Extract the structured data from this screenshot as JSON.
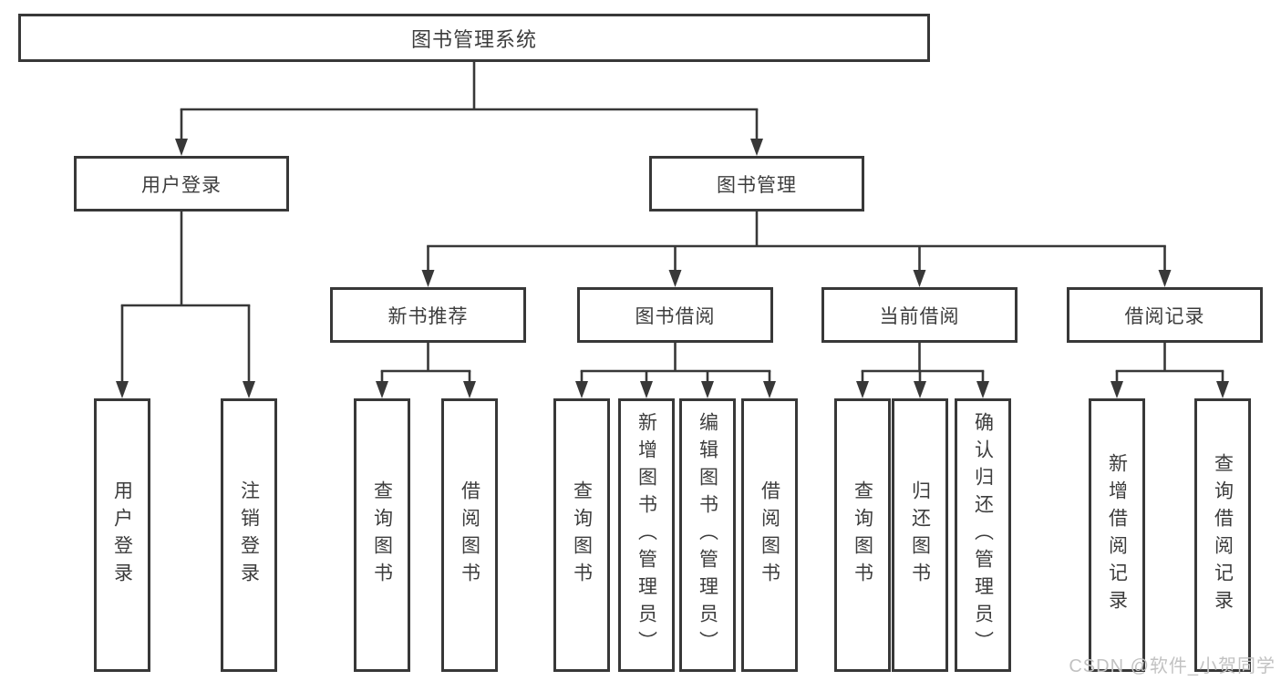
{
  "diagram": {
    "title": "图书管理系统",
    "type": "hierarchy-tree",
    "colors": {
      "line": "#383838",
      "text": "#3d3d3d",
      "background": "#ffffff",
      "watermark": "#c2c2c2"
    },
    "nodes": {
      "root": {
        "label": "图书管理系统"
      },
      "user_login": {
        "label": "用户登录"
      },
      "book_mgmt": {
        "label": "图书管理"
      },
      "new_book_rec": {
        "label": "新书推荐"
      },
      "book_borrow": {
        "label": "图书借阅"
      },
      "current_borrow": {
        "label": "当前借阅"
      },
      "borrow_records": {
        "label": "借阅记录"
      },
      "leaf_user_login": {
        "label": "用户登录"
      },
      "leaf_logout": {
        "label": "注销登录"
      },
      "leaf_query_book_1": {
        "label": "查询图书"
      },
      "leaf_borrow_book_1": {
        "label": "借阅图书"
      },
      "leaf_query_book_2": {
        "label": "查询图书"
      },
      "leaf_add_book": {
        "label": "新增图书（管理员）"
      },
      "leaf_edit_book": {
        "label": "编辑图书（管理员）"
      },
      "leaf_borrow_book_2": {
        "label": "借阅图书"
      },
      "leaf_query_book_3": {
        "label": "查询图书"
      },
      "leaf_return_book": {
        "label": "归还图书"
      },
      "leaf_confirm_return": {
        "label": "确认归还（管理员）"
      },
      "leaf_add_record": {
        "label": "新增借阅记录"
      },
      "leaf_query_record": {
        "label": "查询借阅记录"
      }
    },
    "edges": [
      [
        "root",
        "user_login"
      ],
      [
        "root",
        "book_mgmt"
      ],
      [
        "user_login",
        "leaf_user_login"
      ],
      [
        "user_login",
        "leaf_logout"
      ],
      [
        "book_mgmt",
        "new_book_rec"
      ],
      [
        "book_mgmt",
        "book_borrow"
      ],
      [
        "book_mgmt",
        "current_borrow"
      ],
      [
        "book_mgmt",
        "borrow_records"
      ],
      [
        "new_book_rec",
        "leaf_query_book_1"
      ],
      [
        "new_book_rec",
        "leaf_borrow_book_1"
      ],
      [
        "book_borrow",
        "leaf_query_book_2"
      ],
      [
        "book_borrow",
        "leaf_add_book"
      ],
      [
        "book_borrow",
        "leaf_edit_book"
      ],
      [
        "book_borrow",
        "leaf_borrow_book_2"
      ],
      [
        "current_borrow",
        "leaf_query_book_3"
      ],
      [
        "current_borrow",
        "leaf_return_book"
      ],
      [
        "current_borrow",
        "leaf_confirm_return"
      ],
      [
        "borrow_records",
        "leaf_add_record"
      ],
      [
        "borrow_records",
        "leaf_query_record"
      ]
    ],
    "watermark": "CSDN @软件_小贺同学"
  }
}
